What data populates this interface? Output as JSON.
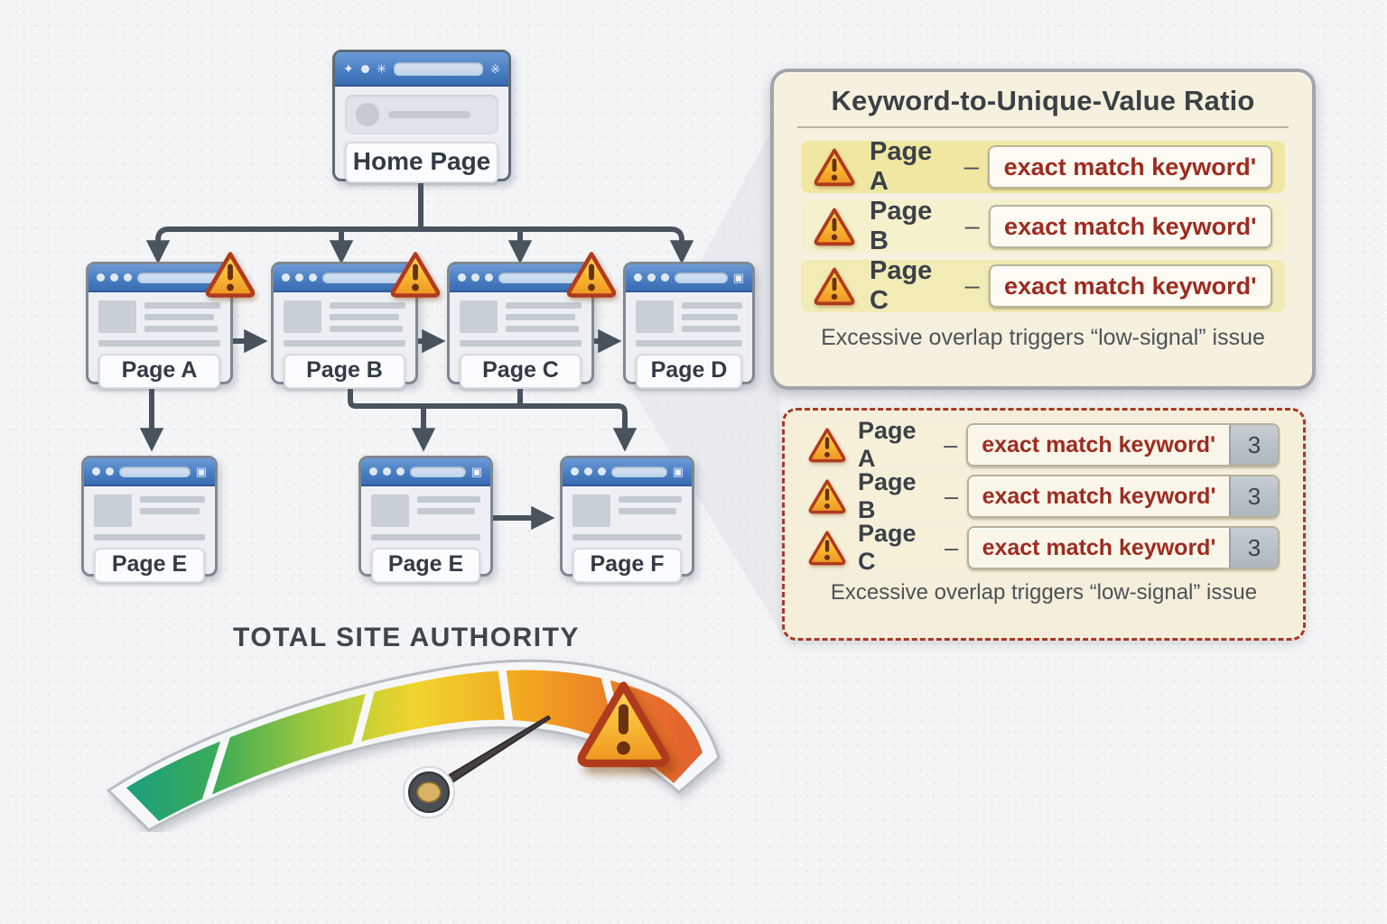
{
  "diagram": {
    "nodes": {
      "home": {
        "label": "Home Page",
        "warning": false
      },
      "page_a": {
        "label": "Page A",
        "warning": true
      },
      "page_b": {
        "label": "Page B",
        "warning": true
      },
      "page_c": {
        "label": "Page C",
        "warning": true
      },
      "page_d": {
        "label": "Page D",
        "warning": false
      },
      "page_e1": {
        "label": "Page E",
        "warning": false
      },
      "page_e2": {
        "label": "Page E",
        "warning": false
      },
      "page_f": {
        "label": "Page F",
        "warning": false
      }
    },
    "edges": [
      "Home→Page A",
      "Home→Page B",
      "Home→Page C",
      "Home→Page D",
      "Page A→Page B",
      "Page B→Page C",
      "Page C→Page D",
      "Page A→Page E",
      "Page B→Page E",
      "Page C→Page F",
      "Page E→Page F"
    ]
  },
  "panel_top": {
    "title": "Keyword-to-Unique-Value Ratio",
    "rows": [
      {
        "page": "Page A",
        "dash": "–",
        "keyword": "exact match keyword'"
      },
      {
        "page": "Page B",
        "dash": "–",
        "keyword": "exact match keyword'"
      },
      {
        "page": "Page C",
        "dash": "–",
        "keyword": "exact match keyword'"
      }
    ],
    "footer": "Excessive overlap triggers “low-signal” issue"
  },
  "panel_bottom": {
    "rows": [
      {
        "page": "Page A",
        "dash": "–",
        "keyword": "exact match keyword'",
        "count": "3"
      },
      {
        "page": "Page B",
        "dash": "–",
        "keyword": "exact match keyword'",
        "count": "3"
      },
      {
        "page": "Page C",
        "dash": "–",
        "keyword": "exact match keyword'",
        "count": "3"
      }
    ],
    "footer": "Excessive overlap triggers “low-signal” issue"
  },
  "gauge": {
    "title": "TOTAL SITE AUTHORITY",
    "segment_colors": [
      "#119a8b",
      "#46ae51",
      "#a7cb3a",
      "#f0d52f",
      "#f2a21f",
      "#e3572e"
    ],
    "needle_zone": "high-risk red zone",
    "warning": true
  },
  "colors": {
    "keyword_text": "#9e2b20",
    "panel_bg": "#f6f0df",
    "panel_border": "#a2a6ac",
    "alert_dashed_border": "#a8382a",
    "row_highlight": "#f0e8a2",
    "window_titlebar": "#4a7fc4",
    "arrow": "#49535e",
    "warning_fill": "#f7b733",
    "warning_border": "#b03a1d",
    "count_badge_bg": "#b9c1c9"
  }
}
